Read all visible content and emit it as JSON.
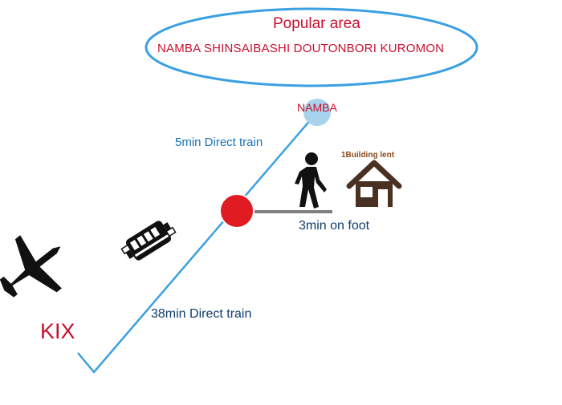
{
  "popular_area": {
    "title": "Popular area",
    "areas": "NAMBA SHINSAIBASHI DOUTONBORI KUROMON"
  },
  "stations": {
    "namba": "NAMBA",
    "kix": "KIX"
  },
  "routes": {
    "kix_to_station": "38min Direct train",
    "station_to_namba": "5min Direct train",
    "walk_to_building": "3min on foot"
  },
  "building": {
    "label": "1Building lent"
  },
  "icons": {
    "airplane": "airplane-icon",
    "train": "train-icon",
    "pedestrian": "walking-person-icon",
    "house": "house-icon"
  },
  "colors": {
    "route_line": "#3aa0e0",
    "highlight_text": "#c8102e",
    "station_dot": "#e11b22",
    "namba_dot": "#a9d3ec",
    "walk_line": "#808080",
    "house": "#4a3020"
  }
}
